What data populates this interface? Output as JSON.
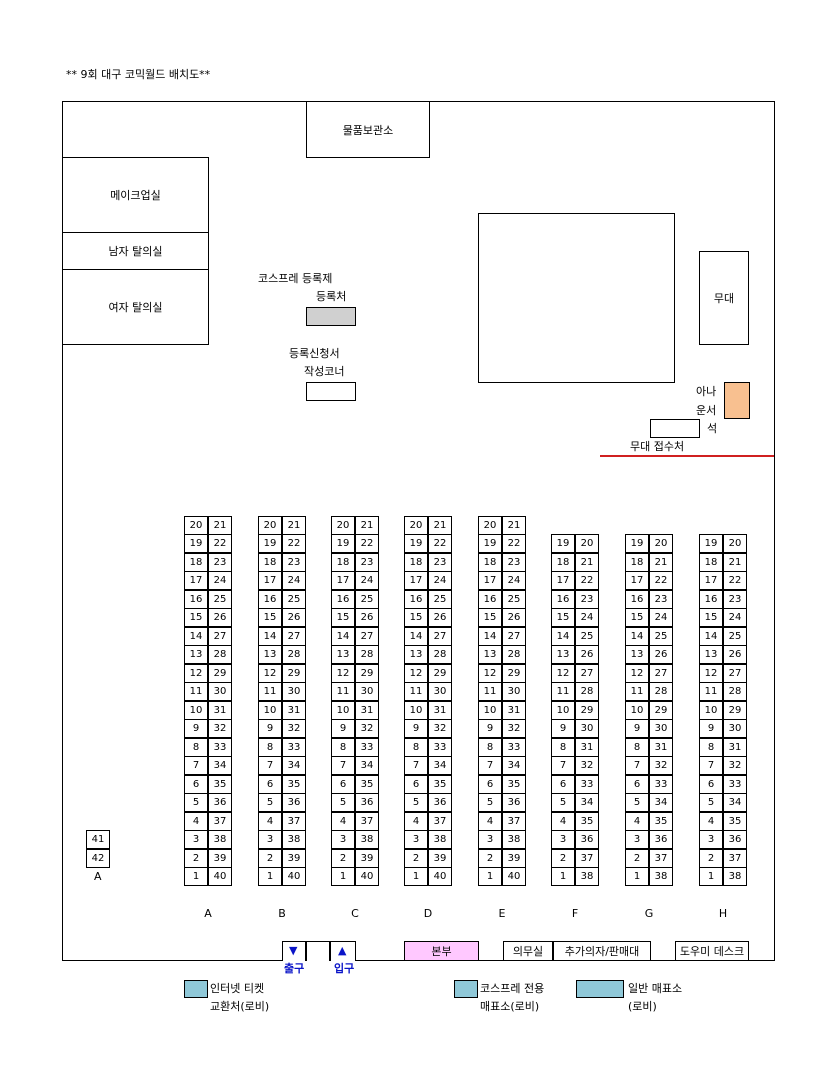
{
  "title": "** 9회 대구 코믹월드 배치도**",
  "rooms": {
    "storage": "물품보관소",
    "makeup": "메이크업실",
    "male_changing": "남자 탈의실",
    "female_changing": "여자 탈의실",
    "stage": "무대",
    "announcer_line1": "아나",
    "announcer_line2": "운서",
    "announcer_line3": "석",
    "stage_reception": "무대 접수처",
    "cosplay_reg_line1": "코스프레 등록제",
    "cosplay_reg_line2": "등록처",
    "application_line1": "등록신청서",
    "application_line2": "작성코너"
  },
  "bottom": {
    "exit_arrow": "▼",
    "entrance_arrow": "▲",
    "exit": "출구",
    "entrance": "입구",
    "hq": "본부",
    "medical": "의무실",
    "extra_chairs": "추가의자/판매대",
    "helper_desk": "도우미 데스크"
  },
  "booth_columns": [
    {
      "label": "A",
      "pairs": [
        [
          20,
          21
        ],
        [
          19,
          22
        ],
        [
          18,
          23
        ],
        [
          17,
          24
        ],
        [
          16,
          25
        ],
        [
          15,
          26
        ],
        [
          14,
          27
        ],
        [
          13,
          28
        ],
        [
          12,
          29
        ],
        [
          11,
          30
        ],
        [
          10,
          31
        ],
        [
          9,
          32
        ],
        [
          8,
          33
        ],
        [
          7,
          34
        ],
        [
          6,
          35
        ],
        [
          5,
          36
        ],
        [
          4,
          37
        ],
        [
          3,
          38
        ],
        [
          2,
          39
        ],
        [
          1,
          40
        ]
      ]
    },
    {
      "label": "B",
      "pairs": [
        [
          20,
          21
        ],
        [
          19,
          22
        ],
        [
          18,
          23
        ],
        [
          17,
          24
        ],
        [
          16,
          25
        ],
        [
          15,
          26
        ],
        [
          14,
          27
        ],
        [
          13,
          28
        ],
        [
          12,
          29
        ],
        [
          11,
          30
        ],
        [
          10,
          31
        ],
        [
          9,
          32
        ],
        [
          8,
          33
        ],
        [
          7,
          34
        ],
        [
          6,
          35
        ],
        [
          5,
          36
        ],
        [
          4,
          37
        ],
        [
          3,
          38
        ],
        [
          2,
          39
        ],
        [
          1,
          40
        ]
      ]
    },
    {
      "label": "C",
      "pairs": [
        [
          20,
          21
        ],
        [
          19,
          22
        ],
        [
          18,
          23
        ],
        [
          17,
          24
        ],
        [
          16,
          25
        ],
        [
          15,
          26
        ],
        [
          14,
          27
        ],
        [
          13,
          28
        ],
        [
          12,
          29
        ],
        [
          11,
          30
        ],
        [
          10,
          31
        ],
        [
          9,
          32
        ],
        [
          8,
          33
        ],
        [
          7,
          34
        ],
        [
          6,
          35
        ],
        [
          5,
          36
        ],
        [
          4,
          37
        ],
        [
          3,
          38
        ],
        [
          2,
          39
        ],
        [
          1,
          40
        ]
      ]
    },
    {
      "label": "D",
      "pairs": [
        [
          20,
          21
        ],
        [
          19,
          22
        ],
        [
          18,
          23
        ],
        [
          17,
          24
        ],
        [
          16,
          25
        ],
        [
          15,
          26
        ],
        [
          14,
          27
        ],
        [
          13,
          28
        ],
        [
          12,
          29
        ],
        [
          11,
          30
        ],
        [
          10,
          31
        ],
        [
          9,
          32
        ],
        [
          8,
          33
        ],
        [
          7,
          34
        ],
        [
          6,
          35
        ],
        [
          5,
          36
        ],
        [
          4,
          37
        ],
        [
          3,
          38
        ],
        [
          2,
          39
        ],
        [
          1,
          40
        ]
      ]
    },
    {
      "label": "E",
      "pairs": [
        [
          20,
          21
        ],
        [
          19,
          22
        ],
        [
          18,
          23
        ],
        [
          17,
          24
        ],
        [
          16,
          25
        ],
        [
          15,
          26
        ],
        [
          14,
          27
        ],
        [
          13,
          28
        ],
        [
          12,
          29
        ],
        [
          11,
          30
        ],
        [
          10,
          31
        ],
        [
          9,
          32
        ],
        [
          8,
          33
        ],
        [
          7,
          34
        ],
        [
          6,
          35
        ],
        [
          5,
          36
        ],
        [
          4,
          37
        ],
        [
          3,
          38
        ],
        [
          2,
          39
        ],
        [
          1,
          40
        ]
      ]
    },
    {
      "label": "F",
      "pairs": [
        [
          19,
          20
        ],
        [
          18,
          21
        ],
        [
          17,
          22
        ],
        [
          16,
          23
        ],
        [
          15,
          24
        ],
        [
          14,
          25
        ],
        [
          13,
          26
        ],
        [
          12,
          27
        ],
        [
          11,
          28
        ],
        [
          10,
          29
        ],
        [
          9,
          30
        ],
        [
          8,
          31
        ],
        [
          7,
          32
        ],
        [
          6,
          33
        ],
        [
          5,
          34
        ],
        [
          4,
          35
        ],
        [
          3,
          36
        ],
        [
          2,
          37
        ],
        [
          1,
          38
        ]
      ]
    },
    {
      "label": "G",
      "pairs": [
        [
          19,
          20
        ],
        [
          18,
          21
        ],
        [
          17,
          22
        ],
        [
          16,
          23
        ],
        [
          15,
          24
        ],
        [
          14,
          25
        ],
        [
          13,
          26
        ],
        [
          12,
          27
        ],
        [
          11,
          28
        ],
        [
          10,
          29
        ],
        [
          9,
          30
        ],
        [
          8,
          31
        ],
        [
          7,
          32
        ],
        [
          6,
          33
        ],
        [
          5,
          34
        ],
        [
          4,
          35
        ],
        [
          3,
          36
        ],
        [
          2,
          37
        ],
        [
          1,
          38
        ]
      ]
    },
    {
      "label": "H",
      "pairs": [
        [
          19,
          20
        ],
        [
          18,
          21
        ],
        [
          17,
          22
        ],
        [
          16,
          23
        ],
        [
          15,
          24
        ],
        [
          14,
          25
        ],
        [
          13,
          26
        ],
        [
          12,
          27
        ],
        [
          11,
          28
        ],
        [
          10,
          29
        ],
        [
          9,
          30
        ],
        [
          8,
          31
        ],
        [
          7,
          32
        ],
        [
          6,
          33
        ],
        [
          5,
          34
        ],
        [
          4,
          35
        ],
        [
          3,
          36
        ],
        [
          2,
          37
        ],
        [
          1,
          38
        ]
      ]
    }
  ],
  "extra_booths": {
    "label": "A",
    "numbers": [
      41,
      42
    ]
  },
  "legend": [
    {
      "line1": "인터넷 티켓",
      "line2": "교환처(로비)"
    },
    {
      "line1": "코스프레 전용",
      "line2": "매표소(로비)"
    },
    {
      "line1": "일반 매표소",
      "line2": "(로비)"
    }
  ],
  "colors": {
    "cosplay_reg": "#d0d0d0",
    "announcer": "#f8c090",
    "hq": "#ffc8ff",
    "reception_line": "#d02020",
    "legend_swatch": "#8fc8d8",
    "arrow_text": "#0a14c8"
  }
}
